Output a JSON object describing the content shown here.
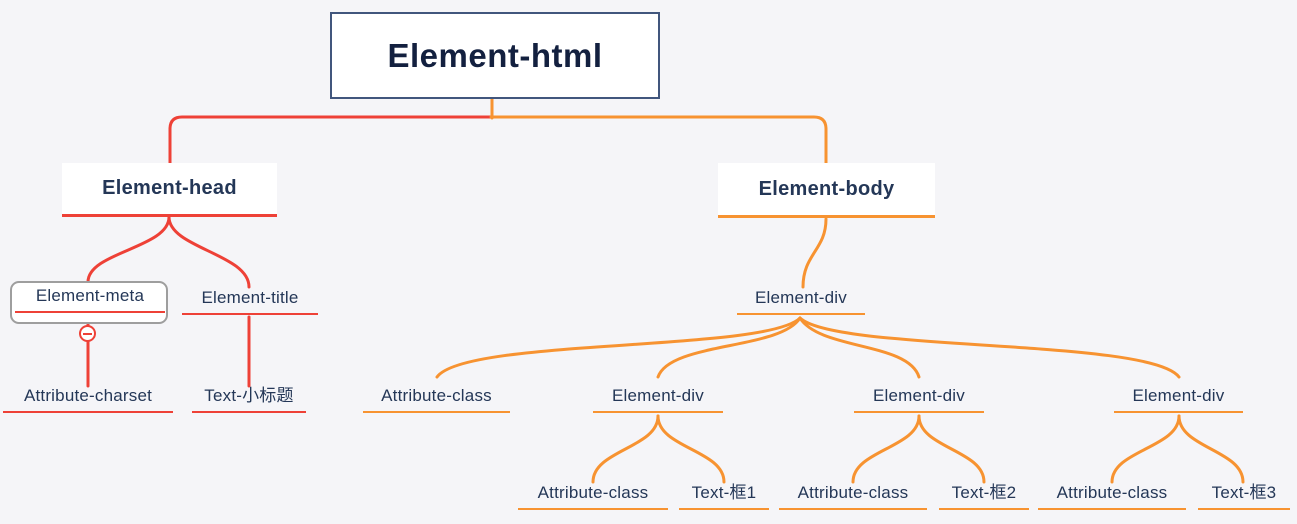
{
  "theme": {
    "bg": "#f5f5f8",
    "red": "#ee4137",
    "orange": "#f79331",
    "navy": "#243757",
    "root_text": "#13203f",
    "root_border": "#41567d",
    "selection": "#9e9e9e",
    "node_bg": "#ffffff"
  },
  "icons": {
    "collapse_badge": "minus-circle"
  },
  "tree": {
    "root": {
      "label": "Element-html"
    },
    "head": {
      "label": "Element-head",
      "meta": {
        "label": "Element-meta",
        "selected": true,
        "child": {
          "label": "Attribute-charset"
        }
      },
      "title": {
        "label": "Element-title",
        "child": {
          "label": "Text-小标题"
        }
      }
    },
    "body": {
      "label": "Element-body",
      "div": {
        "label": "Element-div",
        "children": [
          {
            "label": "Attribute-class"
          },
          {
            "label": "Element-div",
            "children": [
              {
                "label": "Attribute-class"
              },
              {
                "label": "Text-框1"
              }
            ]
          },
          {
            "label": "Element-div",
            "children": [
              {
                "label": "Attribute-class"
              },
              {
                "label": "Text-框2"
              }
            ]
          },
          {
            "label": "Element-div",
            "children": [
              {
                "label": "Attribute-class"
              },
              {
                "label": "Text-框3"
              }
            ]
          }
        ]
      }
    }
  }
}
